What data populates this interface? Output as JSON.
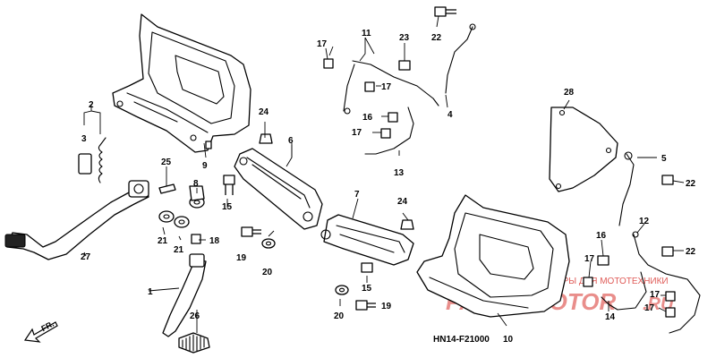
{
  "diagram_code": "HN14-F21000",
  "front_marker": "FR.",
  "watermark": {
    "tagline": "ЗАПЧАСТИ И АКСЕССУАРЫ ДЛЯ МОТОТЕХНИКИ",
    "logo_left": "PARTS",
    "logo_right": "MOTOR",
    "logo_domain": ".RU",
    "color": "#d8322e"
  },
  "callouts": {
    "c1": "1",
    "c2": "2",
    "c3": "3",
    "c4": "4",
    "c5": "5",
    "c6": "6",
    "c7": "7",
    "c8": "8",
    "c9": "9",
    "c10": "10",
    "c11": "11",
    "c12": "12",
    "c13": "13",
    "c14": "14",
    "c15a": "15",
    "c15b": "15",
    "c16a": "16",
    "c16b": "16",
    "c17a": "17",
    "c17b": "17",
    "c17c": "17",
    "c17d": "17",
    "c17e": "17",
    "c17f": "17",
    "c18": "18",
    "c19a": "19",
    "c19b": "19",
    "c20a": "20",
    "c20b": "20",
    "c21a": "21",
    "c21b": "21",
    "c22a": "22",
    "c22b": "22",
    "c23": "23",
    "c24a": "24",
    "c24b": "24",
    "c25": "25",
    "c26": "26",
    "c27": "27",
    "c28": "28"
  }
}
